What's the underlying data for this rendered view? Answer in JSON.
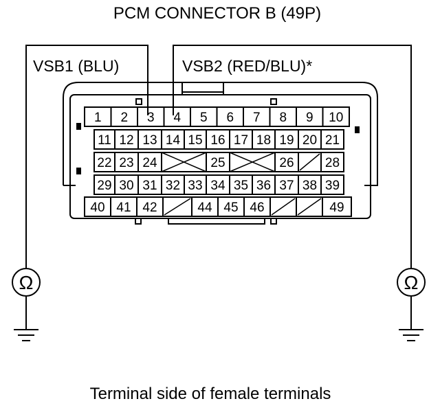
{
  "title": "PCM CONNECTOR B (49P)",
  "caption": "Terminal side of female terminals",
  "probes": {
    "left_label": "VSB1 (BLU)",
    "right_label": "VSB2 (RED/BLU)*",
    "left_terminal": "3",
    "right_terminal": "4",
    "meter_symbol": "Ω"
  },
  "connector": {
    "row1": [
      "1",
      "2",
      "3",
      "4",
      "5",
      "6",
      "7",
      "8",
      "9",
      "10"
    ],
    "row2": [
      "11",
      "12",
      "13",
      "14",
      "15",
      "16",
      "17",
      "18",
      "19",
      "20",
      "21"
    ],
    "row3": [
      "22",
      "23",
      "24",
      "",
      "25",
      "",
      "26",
      "",
      "28"
    ],
    "row4": [
      "29",
      "30",
      "31",
      "32",
      "33",
      "34",
      "35",
      "36",
      "37",
      "38",
      "39"
    ],
    "row5": [
      "40",
      "41",
      "42",
      "",
      "44",
      "45",
      "46",
      "",
      "",
      "49"
    ]
  }
}
